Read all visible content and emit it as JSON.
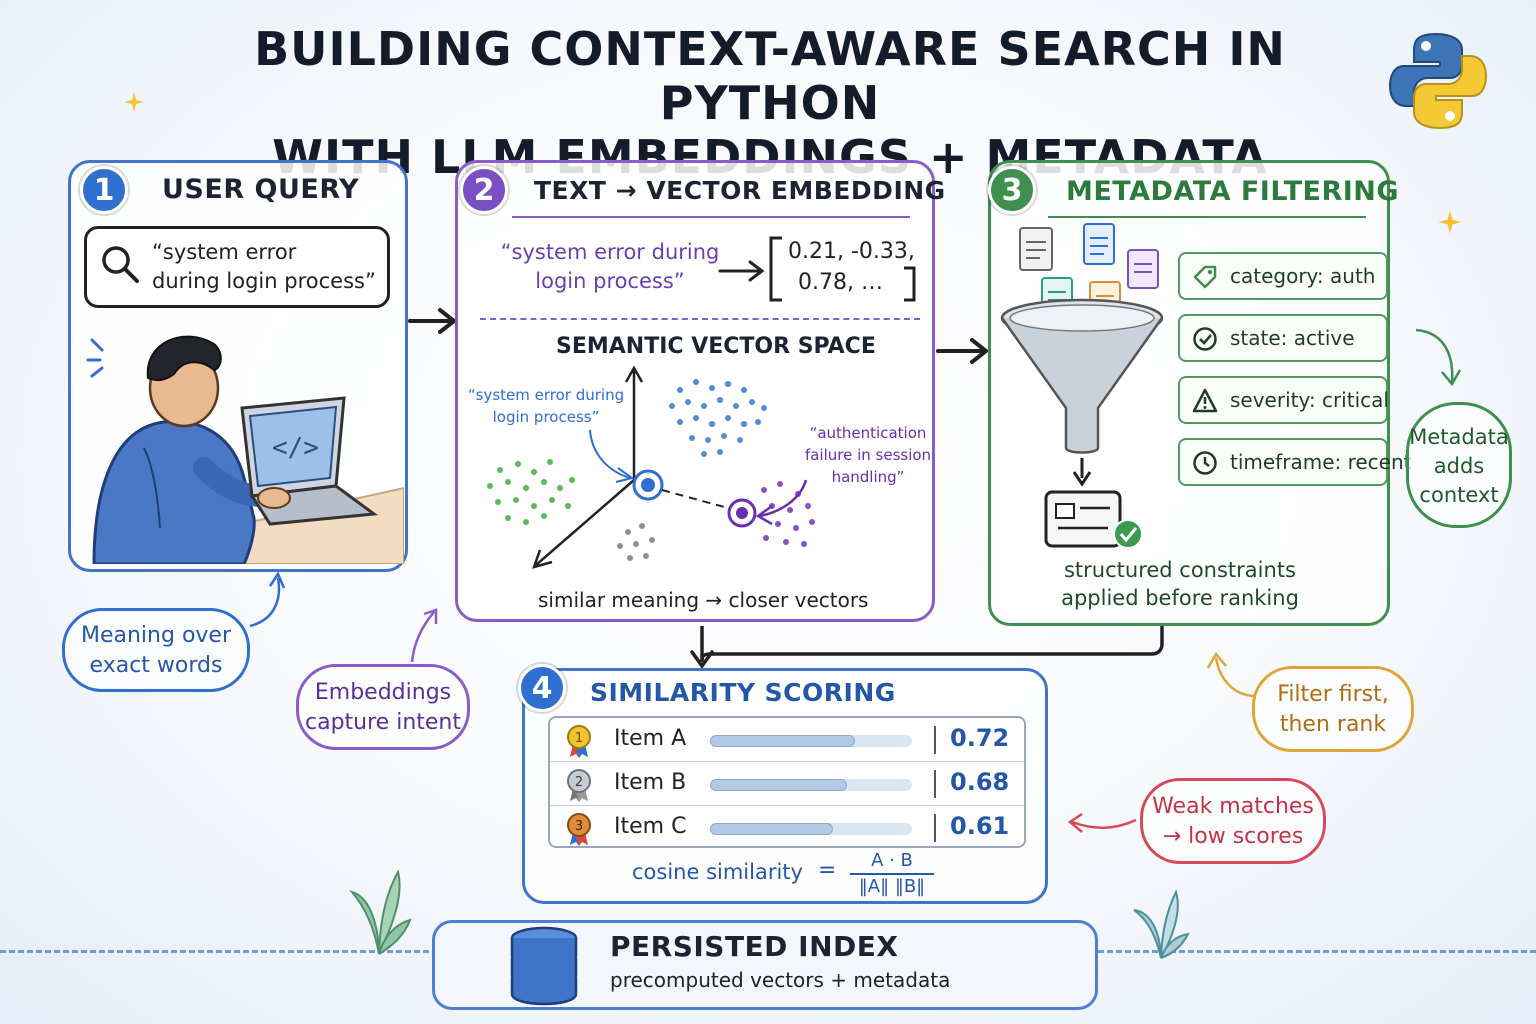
{
  "title": {
    "line1": "BUILDING CONTEXT-AWARE SEARCH IN PYTHON",
    "line2": "WITH LLM EMBEDDINGS + METADATA"
  },
  "colors": {
    "blue": "#3f74c8",
    "purple": "#8a5cc7",
    "green": "#3f8f4e",
    "orange": "#e0a53a",
    "red": "#d9485a"
  },
  "step1": {
    "number": "1",
    "title": "USER QUERY",
    "query_line1": "“system error",
    "query_line2": "during login process”",
    "icon": "search-icon"
  },
  "step2": {
    "number": "2",
    "title": "TEXT → VECTOR EMBEDDING",
    "input_line1": "“system error during",
    "input_line2": "login process”",
    "vector_line1": "0.21, -0.33,",
    "vector_line2": "0.78, …",
    "space_title": "SEMANTIC VECTOR SPACE",
    "point_a_line1": "“system error during",
    "point_a_line2": "login process”",
    "point_b_line1": "“authentication",
    "point_b_line2": "failure in session",
    "point_b_line3": "handling”",
    "caption": "similar meaning → closer vectors"
  },
  "step3": {
    "number": "3",
    "title": "METADATA FILTERING",
    "tags": [
      {
        "label": "category: auth",
        "icon": "tag-icon"
      },
      {
        "label": "state: active",
        "icon": "check-circle-icon"
      },
      {
        "label": "severity: critical",
        "icon": "warning-icon"
      },
      {
        "label": "timeframe: recent",
        "icon": "clock-icon"
      }
    ],
    "caption_line1": "structured constraints",
    "caption_line2": "applied before ranking"
  },
  "step4": {
    "number": "4",
    "title": "SIMILARITY SCORING",
    "items": [
      {
        "rank": "1",
        "label": "Item A",
        "score": "0.72",
        "value": 0.72,
        "medal_color": "#f2c230"
      },
      {
        "rank": "2",
        "label": "Item B",
        "score": "0.68",
        "value": 0.68,
        "medal_color": "#b7bcc4"
      },
      {
        "rank": "3",
        "label": "Item C",
        "score": "0.61",
        "value": 0.61,
        "medal_color": "#e08a3c"
      }
    ],
    "formula_label": "cosine similarity",
    "formula_eq": "=",
    "formula_num": "A · B",
    "formula_den": "‖A‖ ‖B‖"
  },
  "index": {
    "title": "PERSISTED INDEX",
    "subtitle": "precomputed vectors + metadata",
    "icon": "database-icon"
  },
  "notes": {
    "meaning_line1": "Meaning over",
    "meaning_line2": "exact words",
    "embeddings_line1": "Embeddings",
    "embeddings_line2": "capture intent",
    "metadata_line1": "Metadata",
    "metadata_line2": "adds",
    "metadata_line3": "context",
    "filter_line1": "Filter first,",
    "filter_line2": "then rank",
    "weak_line1": "Weak matches",
    "weak_line2": "→ low scores"
  }
}
